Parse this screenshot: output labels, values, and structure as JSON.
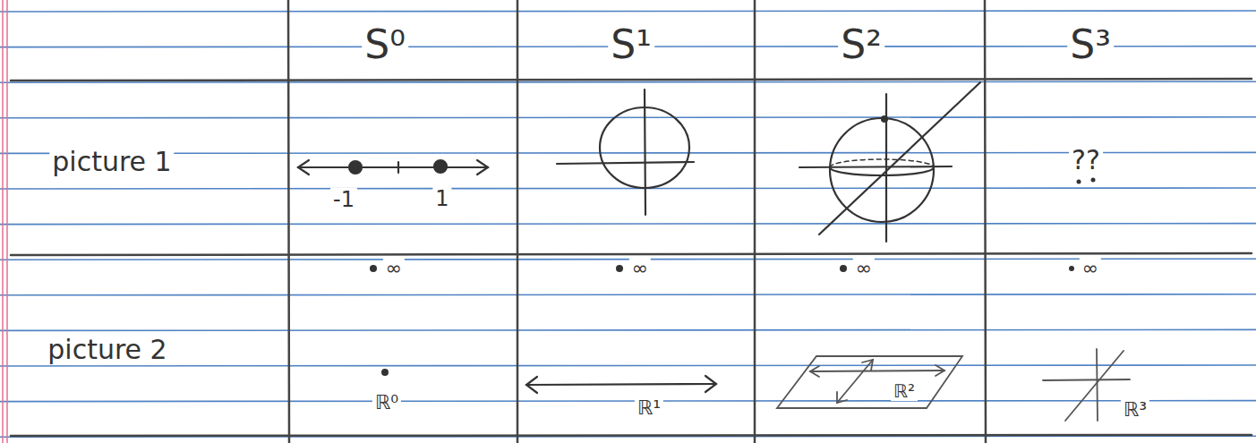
{
  "diagram": {
    "labels": [
      "S⁰",
      "S¹",
      "S²",
      "S³",
      "picture 1",
      "-1",
      "1",
      "??",
      "∞",
      "∞",
      "∞",
      "∞",
      "picture 2",
      "ℝ⁰",
      "ℝ¹",
      "ℝ²",
      "ℝ³"
    ]
  }
}
